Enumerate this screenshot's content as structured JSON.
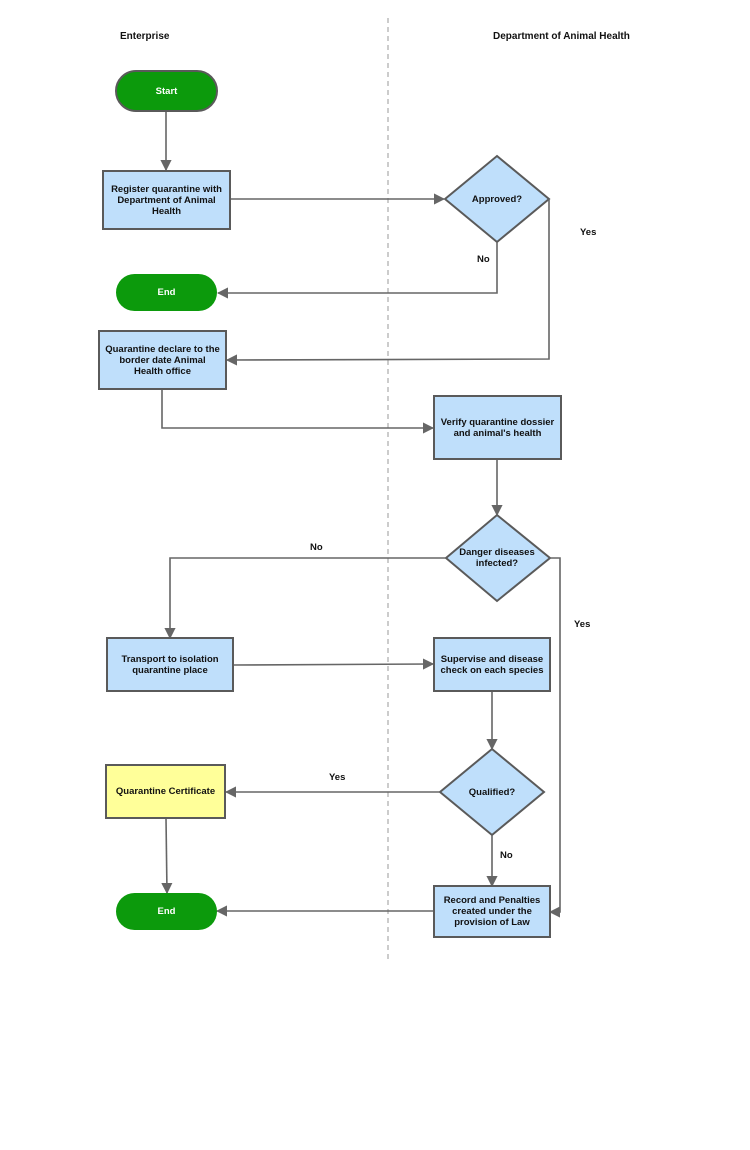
{
  "lanes": {
    "enterprise": "Enterprise",
    "department": "Department of Animal Health"
  },
  "nodes": {
    "start": "Start",
    "register": "Register quarantine with Department of Animal Health",
    "approved": "Approved?",
    "end_top": "End",
    "declare": "Quarantine declare to the border date Animal Health office",
    "verify": "Verify quarantine dossier and animal's health",
    "danger": "Danger diseases infected?",
    "transport": "Transport to isolation quarantine place",
    "supervise": "Supervise and disease check on each species",
    "qualified": "Qualified?",
    "certificate": "Quarantine Certificate",
    "record": "Record and Penalties created under the provision of Law",
    "end_bottom": "End"
  },
  "edge_labels": {
    "approved_yes": "Yes",
    "approved_no": "No",
    "danger_no": "No",
    "danger_yes": "Yes",
    "qualified_yes": "Yes",
    "qualified_no": "No"
  },
  "colors": {
    "terminal": "#0c9a0c",
    "process": "#bfdffb",
    "certificate": "#ffff99",
    "border": "#5a5a5a",
    "connector": "#666666",
    "lane_divider": "#bbbbbb"
  }
}
